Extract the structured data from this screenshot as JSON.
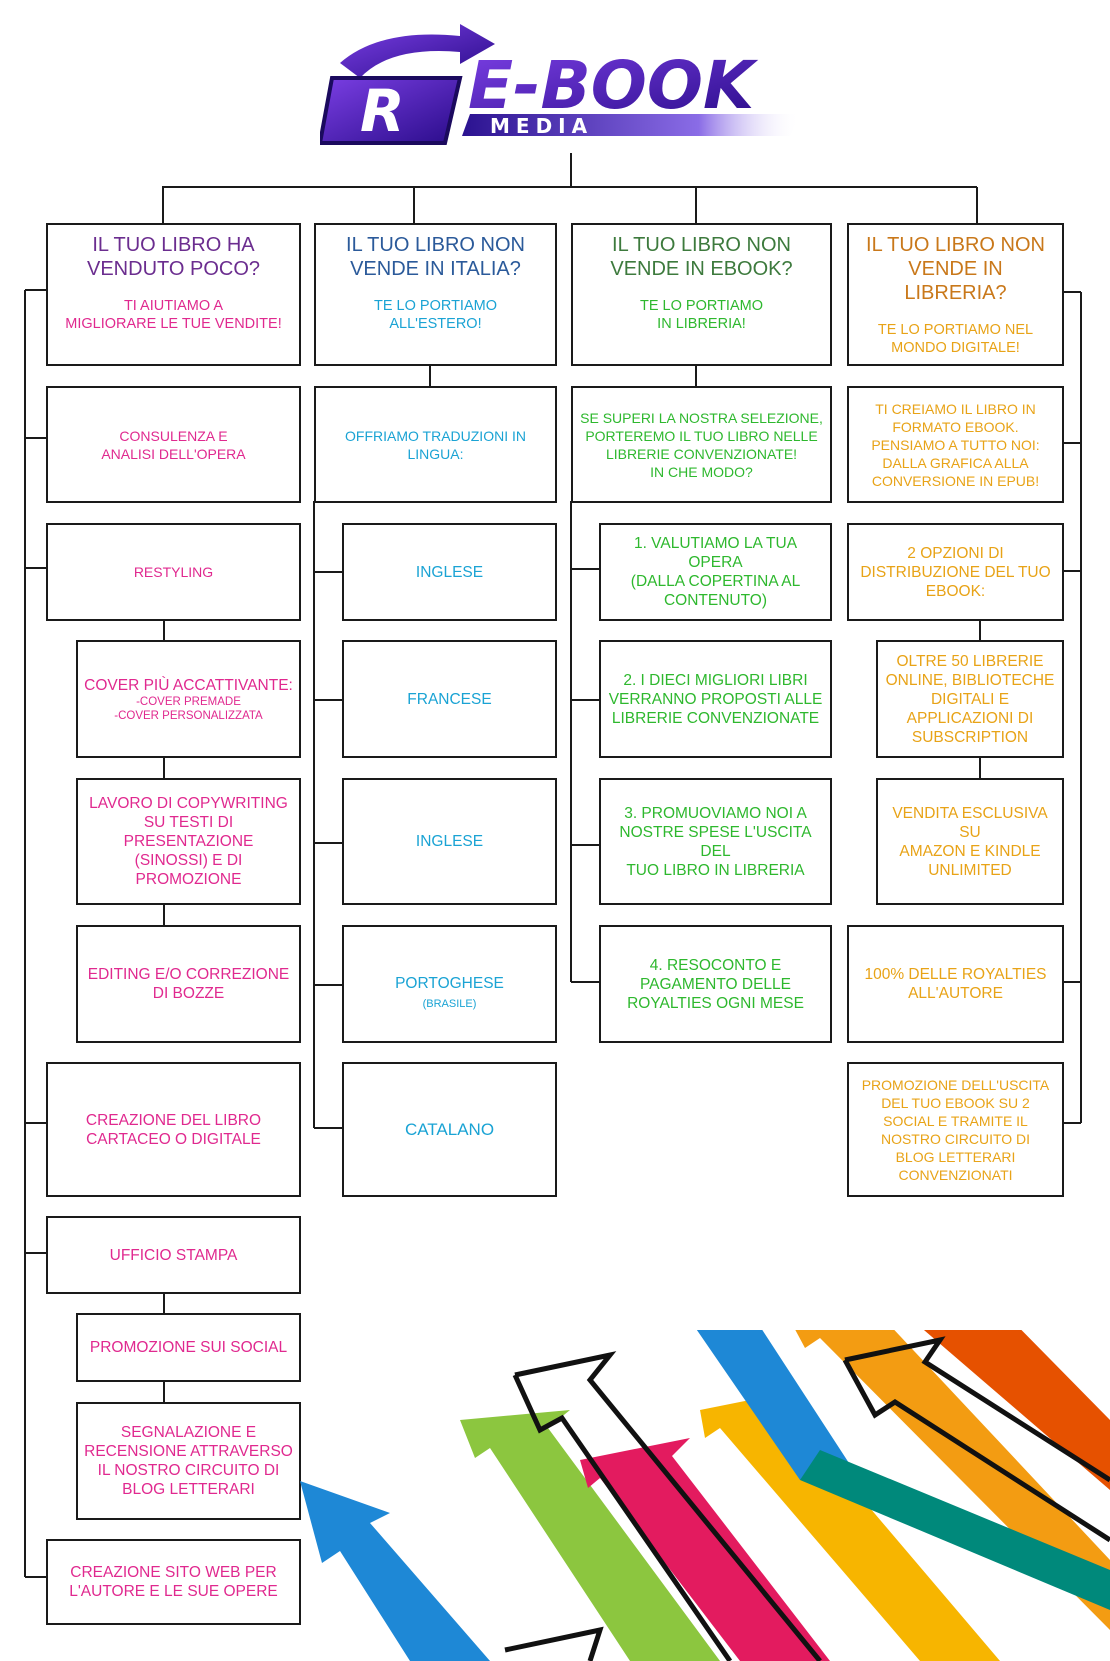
{
  "logo": {
    "main_text": "E-BOOK",
    "sub_text": "MEDIA",
    "mark": "R"
  },
  "colors": {
    "col1": "#e0298f",
    "col1_title": "#6b2d8f",
    "col2": "#1aa3d4",
    "col2_title": "#2b5a9a",
    "col3": "#2eb82e",
    "col3_title": "#3d7a3d",
    "col4": "#e8a317",
    "col4_title": "#c9781a",
    "line": "#1a1a1a"
  },
  "columns": [
    {
      "title": "IL TUO LIBRO HA\nVENDUTO POCO?",
      "slogan": "TI AIUTIAMO A\nMIGLIORARE LE TUE VENDITE!",
      "items": {
        "consulenza": "CONSULENZA E\nANALISI DELL'OPERA",
        "restyling": "RESTYLING",
        "cover_title": "COVER PIÙ ACCATTIVANTE:",
        "cover_sub": "-COVER PREMADE\n-COVER PERSONALIZZATA",
        "copywriting": "LAVORO DI COPYWRITING\nSU TESTI DI PRESENTAZIONE\n(SINOSSI) E DI PROMOZIONE",
        "editing": "EDITING E/O CORREZIONE\nDI BOZZE",
        "cartaceo": "CREAZIONE DEL LIBRO\nCARTACEO O DIGITALE",
        "ufficio": "UFFICIO STAMPA",
        "social": "PROMOZIONE SUI SOCIAL",
        "segnalazione": "SEGNALAZIONE E\nRECENSIONE ATTRAVERSO\nIL NOSTRO CIRCUITO DI\nBLOG LETTERARI",
        "sito": "CREAZIONE SITO WEB PER\nL'AUTORE E LE SUE OPERE"
      }
    },
    {
      "title": "IL TUO LIBRO NON\nVENDE IN ITALIA?",
      "slogan": "TE LO PORTIAMO\nALL'ESTERO!",
      "items": {
        "traduzioni": "OFFRIAMO TRADUZIONI IN\nLINGUA:",
        "inglese1": "INGLESE",
        "francese": "FRANCESE",
        "inglese2": "INGLESE",
        "portoghese": "PORTOGHESE",
        "portoghese_note": "(BRASILE)",
        "catalano": "CATALANO"
      }
    },
    {
      "title": "IL TUO LIBRO NON\nVENDE IN EBOOK?",
      "slogan": "TE LO PORTIAMO\nIN LIBRERIA!",
      "items": {
        "selezione": "SE SUPERI LA NOSTRA SELEZIONE,\nPORTEREMO IL TUO LIBRO NELLE\nLIBRERIE CONVENZIONATE!\nIN CHE MODO?",
        "step1": "1. VALUTIAMO LA TUA OPERA\n(DALLA COPERTINA AL\nCONTENUTO)",
        "step2": "2.  I DIECI MIGLIORI LIBRI\nVERRANNO PROPOSTI ALLE\nLIBRERIE CONVENZIONATE",
        "step3": "3. PROMUOVIAMO NOI A\nNOSTRE SPESE L'USCITA DEL\nTUO LIBRO IN LIBRERIA",
        "step4": "4. RESOCONTO E\nPAGAMENTO DELLE\nROYALTIES OGNI MESE"
      }
    },
    {
      "title": "IL TUO LIBRO NON\nVENDE IN LIBRERIA?",
      "slogan": "TE LO PORTIAMO NEL\nMONDO DIGITALE!",
      "items": {
        "formato": "TI CREIAMO IL LIBRO IN\nFORMATO EBOOK.\nPENSIAMO A TUTTO NOI:\nDALLA GRAFICA ALLA\nCONVERSIONE IN EPUB!",
        "opzioni": "2 OPZIONI DI\nDISTRIBUZIONE DEL TUO\nEBOOK:",
        "librerie": "OLTRE 50 LIBRERIE\nONLINE, BIBLIOTECHE\nDIGITALI E\nAPPLICAZIONI DI\nSUBSCRIPTION",
        "amazon": "VENDITA ESCLUSIVA SU\nAMAZON E KINDLE\nUNLIMITED",
        "royalties": "100% DELLE ROYALTIES\nALL'AUTORE",
        "promozione": "PROMOZIONE DELL'USCITA\nDEL TUO EBOOK SU 2\nSOCIAL E TRAMITE IL\nNOSTRO CIRCUITO DI\nBLOG LETTERARI\nCONVENZIONATI"
      }
    }
  ]
}
